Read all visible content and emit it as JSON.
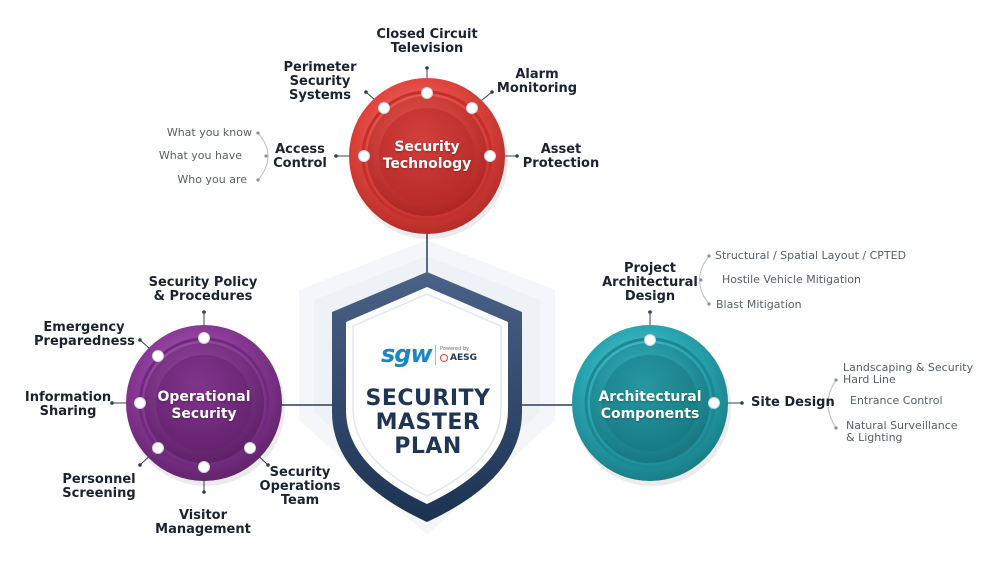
{
  "colors": {
    "tech": "#e0413c",
    "ops": "#8a3a97",
    "arch": "#2aa7b3",
    "shield_text": "#1e3556",
    "shield_outline": "#28426a",
    "line": "#2c3e57"
  },
  "logo": {
    "brand": "sgw",
    "powered_by": "Powered by",
    "partner": "AESG"
  },
  "center": {
    "title_lines": [
      "SECURITY",
      "MASTER",
      "PLAN"
    ]
  },
  "security_technology": {
    "title_lines": [
      "Security",
      "Technology"
    ],
    "spokes": {
      "cctv": [
        "Closed Circuit",
        "Television"
      ],
      "perimeter": [
        "Perimeter",
        "Security",
        "Systems"
      ],
      "alarm": [
        "Alarm",
        "Monitoring"
      ],
      "access": [
        "Access",
        "Control"
      ],
      "asset": [
        "Asset",
        "Protection"
      ]
    },
    "access_sub": [
      "What you know",
      "What you have",
      "Who you are"
    ]
  },
  "operational_security": {
    "title_lines": [
      "Operational",
      "Security"
    ],
    "spokes": {
      "policy": [
        "Security Policy",
        "& Procedures"
      ],
      "emergency": [
        "Emergency",
        "Preparedness"
      ],
      "info": [
        "Information",
        "Sharing"
      ],
      "personnel": [
        "Personnel",
        "Screening"
      ],
      "visitor": [
        "Visitor",
        "Management"
      ],
      "sot": [
        "Security",
        "Operations",
        "Team"
      ]
    }
  },
  "architectural_components": {
    "title_lines": [
      "Architectural",
      "Components"
    ],
    "spokes": {
      "project": [
        "Project",
        "Architectural",
        "Design"
      ],
      "site": [
        "Site Design"
      ]
    },
    "project_sub": [
      "Structural / Spatial Layout / CPTED",
      "Hostile Vehicle Mitigation",
      "Blast Mitigation"
    ],
    "site_sub": {
      "landscaping": [
        "Landscaping & Security",
        "Hard Line"
      ],
      "entrance": [
        "Entrance Control"
      ],
      "surveillance": [
        "Natural Surveillance",
        "& Lighting"
      ]
    }
  }
}
